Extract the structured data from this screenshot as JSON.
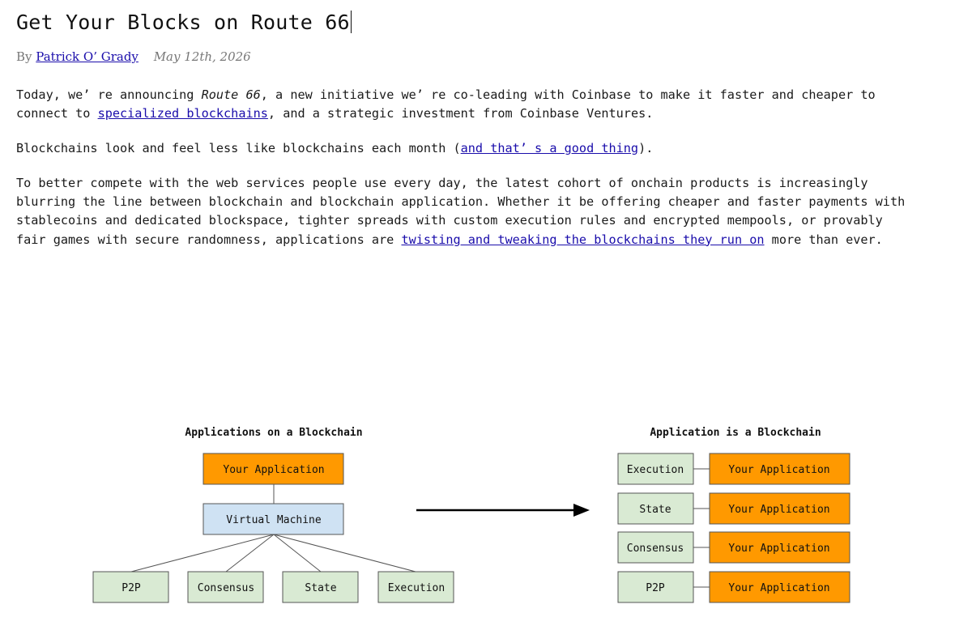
{
  "article": {
    "title": "Get Your Blocks on Route 66",
    "byline_prefix": "By",
    "author": "Patrick O’ Grady",
    "date": "May 12th, 2026",
    "p1": {
      "a": "Today, we’ re announcing ",
      "em": "Route 66",
      "b": ", a new initiative we’ re co-leading with Coinbase to make it faster and cheaper to",
      "c": "connect to ",
      "link": "specialized blockchains",
      "d": ", and a strategic investment from Coinbase Ventures."
    },
    "p2": {
      "a": "Blockchains look and feel less like blockchains each month (",
      "link": "and that’ s a good thing",
      "b": ")."
    },
    "p3": {
      "l1": "To better compete with the web services people use every day, the latest cohort of onchain products is increasingly",
      "l2": "blurring the line between blockchain and blockchain application. Whether it be offering cheaper and faster payments with",
      "l3": "stablecoins and dedicated blockspace, tighter spreads with custom execution rules and encrypted mempools, or provably",
      "l4a": "fair games with secure randomness, applications are ",
      "link": "twisting and tweaking the blockchains they run on",
      "l4b": " more than ever."
    }
  },
  "diagram": {
    "colors": {
      "orange": "#ff9900",
      "blue": "#cfe2f3",
      "green": "#d9ead3"
    },
    "left": {
      "title": "Applications on a Blockchain",
      "top": "Your Application",
      "middle": "Virtual Machine",
      "bottom": [
        "P2P",
        "Consensus",
        "State",
        "Execution"
      ]
    },
    "right": {
      "title": "Application is a Blockchain",
      "rows": [
        {
          "layer": "Execution",
          "app": "Your Application"
        },
        {
          "layer": "State",
          "app": "Your Application"
        },
        {
          "layer": "Consensus",
          "app": "Your Application"
        },
        {
          "layer": "P2P",
          "app": "Your Application"
        }
      ]
    }
  }
}
